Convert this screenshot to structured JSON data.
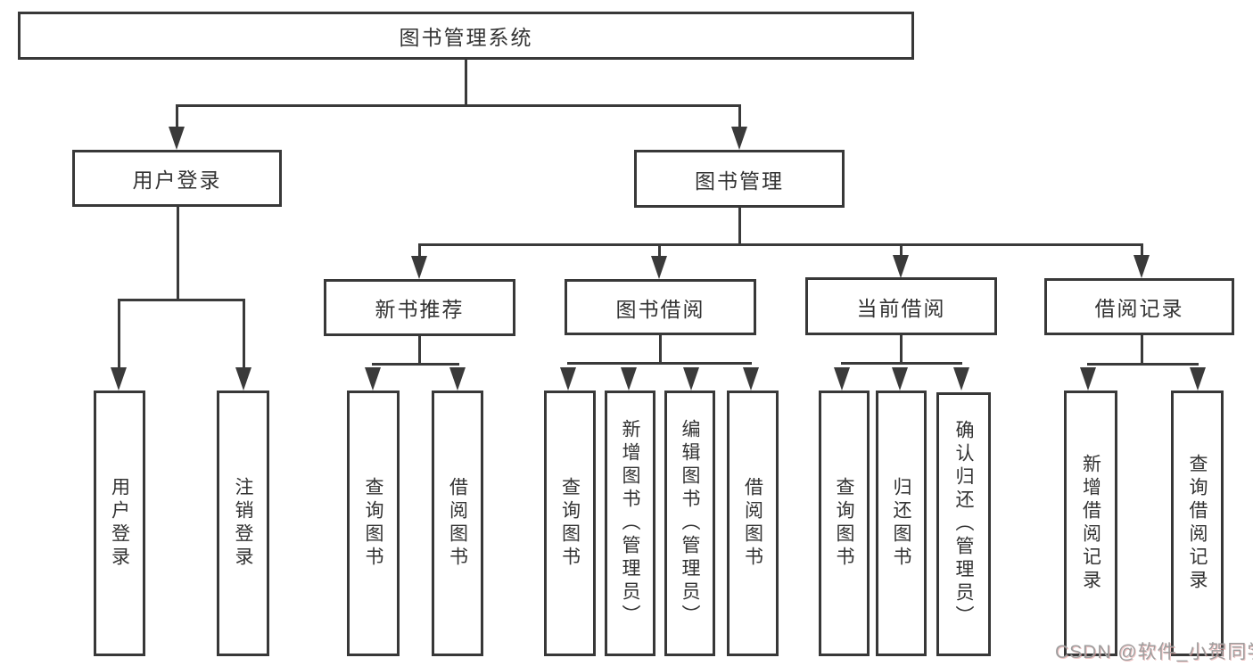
{
  "diagram": {
    "root": {
      "label": "图书管理系统"
    },
    "level1": [
      {
        "id": "user-login",
        "label": "用户登录"
      },
      {
        "id": "book-mgmt",
        "label": "图书管理"
      }
    ],
    "level2": [
      {
        "id": "new-book-recommend",
        "label": "新书推荐"
      },
      {
        "id": "book-borrow",
        "label": "图书借阅"
      },
      {
        "id": "current-borrow",
        "label": "当前借阅"
      },
      {
        "id": "borrow-record",
        "label": "借阅记录"
      }
    ],
    "leaves": [
      {
        "id": "user-login-leaf",
        "label": "用户登录"
      },
      {
        "id": "logout",
        "label": "注销登录"
      },
      {
        "id": "query-books-recommend",
        "label": "查询图书"
      },
      {
        "id": "borrow-books-recommend",
        "label": "借阅图书"
      },
      {
        "id": "query-books-borrow",
        "label": "查询图书"
      },
      {
        "id": "add-books-admin",
        "label": "新增图书（管理员）"
      },
      {
        "id": "edit-books-admin",
        "label": "编辑图书（管理员）"
      },
      {
        "id": "borrow-books",
        "label": "借阅图书"
      },
      {
        "id": "query-books-current",
        "label": "查询图书"
      },
      {
        "id": "return-books",
        "label": "归还图书"
      },
      {
        "id": "confirm-return-admin",
        "label": "确认归还（管理员）"
      },
      {
        "id": "add-borrow-record",
        "label": "新增借阅记录"
      },
      {
        "id": "query-borrow-record",
        "label": "查询借阅记录"
      }
    ]
  },
  "watermark": {
    "text": "CSDN @软件_小贺同学"
  },
  "colors": {
    "line": "#3a3a3a",
    "text": "#333333",
    "background": "#ffffff",
    "watermark": "#9e9e9e"
  }
}
